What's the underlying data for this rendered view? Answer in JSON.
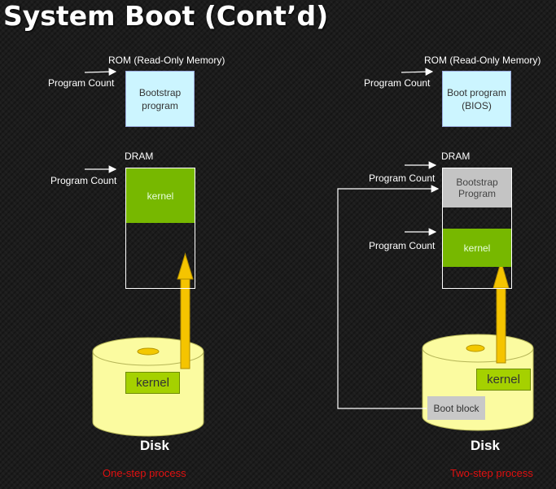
{
  "title": "System Boot (Cont’d)",
  "left": {
    "rom_label": "ROM (Read-Only Memory)",
    "rom_pc_label": "Program Count",
    "rom_box_line1": "Bootstrap",
    "rom_box_line2": "program",
    "dram_label": "DRAM",
    "dram_pc_label": "Program Count",
    "dram_kernel": "kernel",
    "disk_kernel": "kernel",
    "disk_label": "Disk",
    "caption": "One-step process"
  },
  "right": {
    "rom_label": "ROM (Read-Only Memory)",
    "rom_pc_label": "Program Count",
    "rom_box_line1": "Boot program",
    "rom_box_line2": "(BIOS)",
    "dram_label": "DRAM",
    "dram_pc1_label": "Program Count",
    "bootstrap_line1": "Bootstrap",
    "bootstrap_line2": "Program",
    "dram_pc2_label": "Program Count",
    "dram_kernel": "kernel",
    "disk_kernel": "kernel",
    "boot_block": "Boot block",
    "disk_label": "Disk",
    "caption": "Two-step process"
  },
  "colors": {
    "rom_fill": "#ccf5ff",
    "kernel_green": "#77b800",
    "disk_fill": "#fbfba0",
    "arrow_fill": "#f5c400",
    "caption_red": "#e01010"
  }
}
